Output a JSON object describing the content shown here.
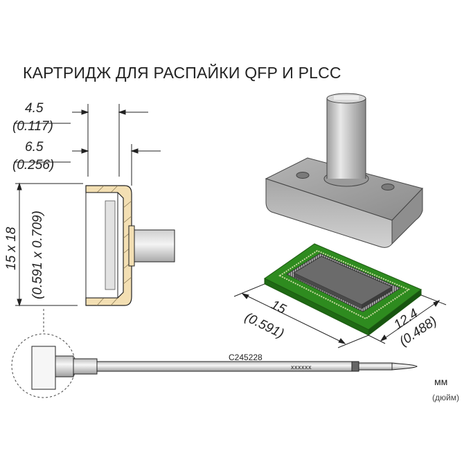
{
  "title": "КАРТРИДЖ ДЛЯ РАСПАЙКИ QFP И PLCC",
  "dimensions": {
    "inner_mm": "4.5",
    "inner_in": "(0.117)",
    "outer_mm": "6.5",
    "outer_in": "(0.256)",
    "size_mm": "15 x 18",
    "size_in": "(0.591 x 0.709)",
    "width_mm": "15",
    "width_in": "(0.591)",
    "depth_mm": "12.4",
    "depth_in": "(0.488)"
  },
  "part_number": "C245228",
  "serial_mark": "xxxxxx",
  "units": {
    "primary": "мм",
    "secondary": "(дюйм)"
  },
  "colors": {
    "board": "#2e8b1f",
    "cartridge": "#9a9a9a",
    "section_fill": "#f3dfb3",
    "line": "#222222"
  }
}
